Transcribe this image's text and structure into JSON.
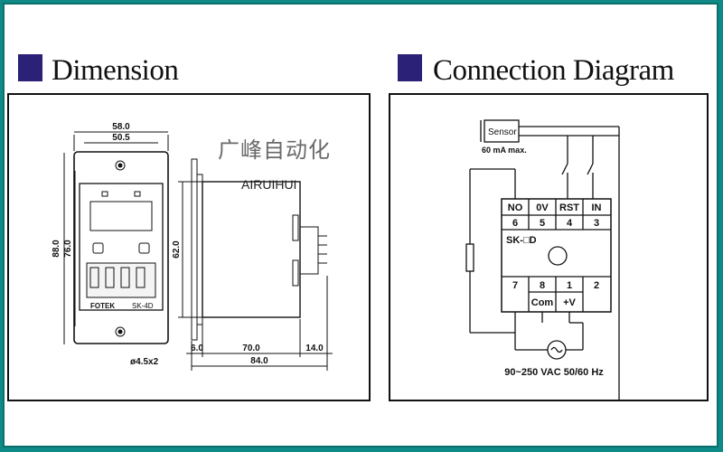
{
  "sections": {
    "dimension_title": "Dimension",
    "connection_title": "Connection Diagram"
  },
  "watermark": {
    "chinese": "广峰自动化",
    "latin": "AIRUIHUI"
  },
  "dimension": {
    "width_outer": "58.0",
    "width_inner": "50.5",
    "height_outer": "88.0",
    "height_inner": "76.0",
    "depth_height": "62.0",
    "depth_front": "6.0",
    "depth_body": "70.0",
    "depth_rear": "14.0",
    "depth_total": "84.0",
    "hole": "ø4.5x2",
    "brand": "FOTEK",
    "model": "SK-4D"
  },
  "connection": {
    "sensor_label": "Sensor",
    "sensor_note": "60 mA max.",
    "top_terminals": [
      "NO",
      "0V",
      "RST",
      "IN"
    ],
    "top_numbers": [
      "6",
      "5",
      "4",
      "3"
    ],
    "model_label": "SK-□D",
    "bottom_numbers": [
      "7",
      "8",
      "1",
      "2"
    ],
    "bottom_terminals": [
      "Com",
      "+V"
    ],
    "power_label": "90~250 VAC 50/60 Hz"
  }
}
